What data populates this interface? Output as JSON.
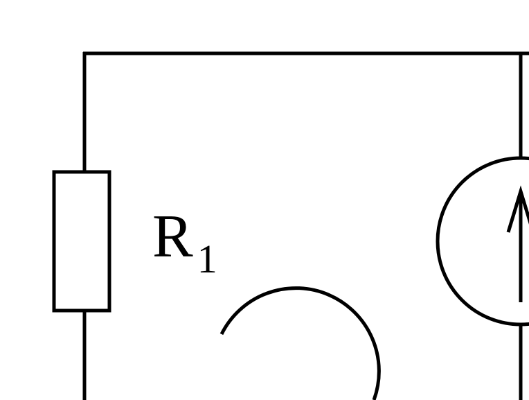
{
  "diagram": {
    "type": "circuit-schematic",
    "components": [
      {
        "kind": "resistor",
        "label": "R",
        "subscript": "1"
      },
      {
        "kind": "current-source",
        "arrow_direction": "up"
      },
      {
        "kind": "loop-direction-arc"
      }
    ],
    "colors": {
      "line": "#000000",
      "background": "#ffffff"
    }
  }
}
